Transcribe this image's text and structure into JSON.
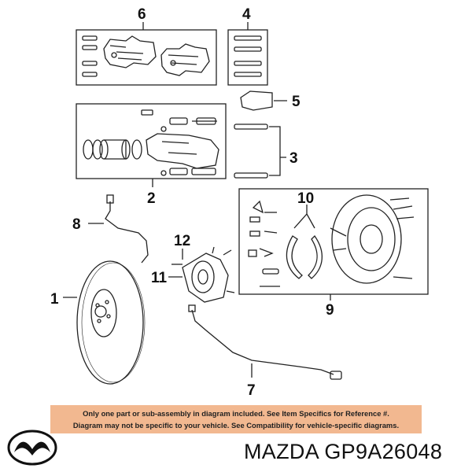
{
  "callouts": {
    "c1": "1",
    "c2": "2",
    "c3": "3",
    "c4": "4",
    "c5": "5",
    "c6": "6",
    "c7": "7",
    "c8": "8",
    "c9": "9",
    "c10": "10",
    "c11": "11",
    "c12": "12"
  },
  "notice": {
    "line1": "Only one part or sub-assembly in diagram included. See Item Specifics for Reference #.",
    "line2": "Diagram may not be specific to your vehicle. See Compatibility for vehicle-specific diagrams."
  },
  "brand": {
    "name": "MAZDA",
    "part_number": "GP9A26048"
  },
  "colors": {
    "notice_bg": "#f2b890",
    "line": "#222222"
  },
  "icons": {
    "logo": "mazda-logo-icon"
  }
}
